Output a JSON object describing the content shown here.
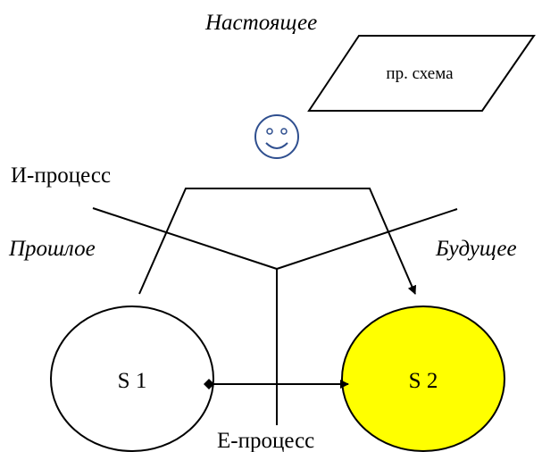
{
  "labels": {
    "present": "Настоящее",
    "past": "Прошлое",
    "future": "Будущее",
    "i_process": "И-процесс",
    "e_process": "Е-процесс"
  },
  "scheme_box": {
    "label": "пр. схема"
  },
  "nodes": {
    "s1": {
      "label": "S 1",
      "fill": "#ffffff"
    },
    "s2": {
      "label": "S 2",
      "fill": "#ffff00"
    }
  },
  "colors": {
    "stroke": "#000000",
    "smiley": "#2f4f8f"
  },
  "icons": {
    "observer": "smiley-face-icon"
  }
}
